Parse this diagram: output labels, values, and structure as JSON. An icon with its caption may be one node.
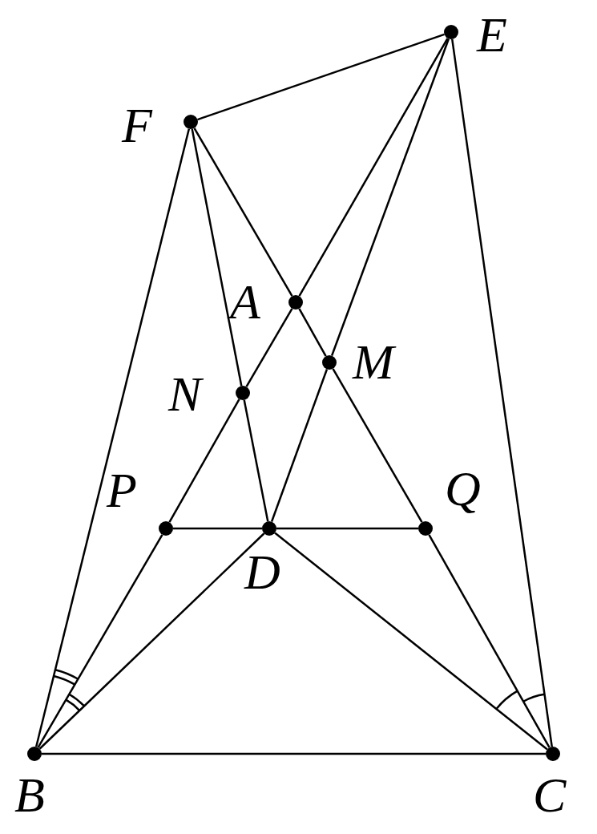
{
  "diagram": {
    "nodes": [
      {
        "text": [],
        "shape": "circle",
        "beside": [
          "E"
        ]
      },
      {
        "text": [],
        "shape": "circle",
        "beside": [
          "F"
        ]
      },
      {
        "text": [],
        "shape": "circle",
        "beside": [
          "A"
        ]
      },
      {
        "text": [],
        "shape": "circle",
        "beside": [
          "M"
        ]
      },
      {
        "text": [],
        "shape": "circle",
        "beside": [
          "N"
        ]
      },
      {
        "text": [],
        "shape": "circle",
        "beside": [
          "P"
        ]
      },
      {
        "text": [],
        "shape": "circle",
        "beside": [
          "D"
        ]
      },
      {
        "text": [],
        "shape": "circle",
        "beside": [
          "Q"
        ]
      },
      {
        "text": [],
        "shape": "circle",
        "beside": [
          "B"
        ]
      },
      {
        "text": [],
        "shape": "circle",
        "beside": [
          "C"
        ]
      }
    ],
    "edges": [
      {
        "from": 1,
        "to": 0,
        "arrow": "none"
      },
      {
        "from": 1,
        "to": 8,
        "arrow": "none"
      },
      {
        "from": 1,
        "to": 4,
        "arrow": "none"
      },
      {
        "from": 4,
        "to": 6,
        "arrow": "none"
      },
      {
        "from": 1,
        "to": 2,
        "arrow": "none"
      },
      {
        "from": 2,
        "to": 3,
        "arrow": "none"
      },
      {
        "from": 3,
        "to": 7,
        "arrow": "none"
      },
      {
        "from": 7,
        "to": 9,
        "arrow": "none"
      },
      {
        "from": 0,
        "to": 2,
        "arrow": "none"
      },
      {
        "from": 2,
        "to": 4,
        "arrow": "none"
      },
      {
        "from": 4,
        "to": 5,
        "arrow": "none"
      },
      {
        "from": 5,
        "to": 8,
        "arrow": "none"
      },
      {
        "from": 0,
        "to": 3,
        "arrow": "none"
      },
      {
        "from": 3,
        "to": 6,
        "arrow": "none"
      },
      {
        "from": 0,
        "to": 9,
        "arrow": "none"
      },
      {
        "from": 5,
        "to": 6,
        "arrow": "none"
      },
      {
        "from": 6,
        "to": 7,
        "arrow": "none"
      },
      {
        "from": 8,
        "to": 6,
        "arrow": "none"
      },
      {
        "from": 6,
        "to": 9,
        "arrow": "none"
      },
      {
        "from": 8,
        "to": 9,
        "arrow": "none"
      }
    ]
  }
}
